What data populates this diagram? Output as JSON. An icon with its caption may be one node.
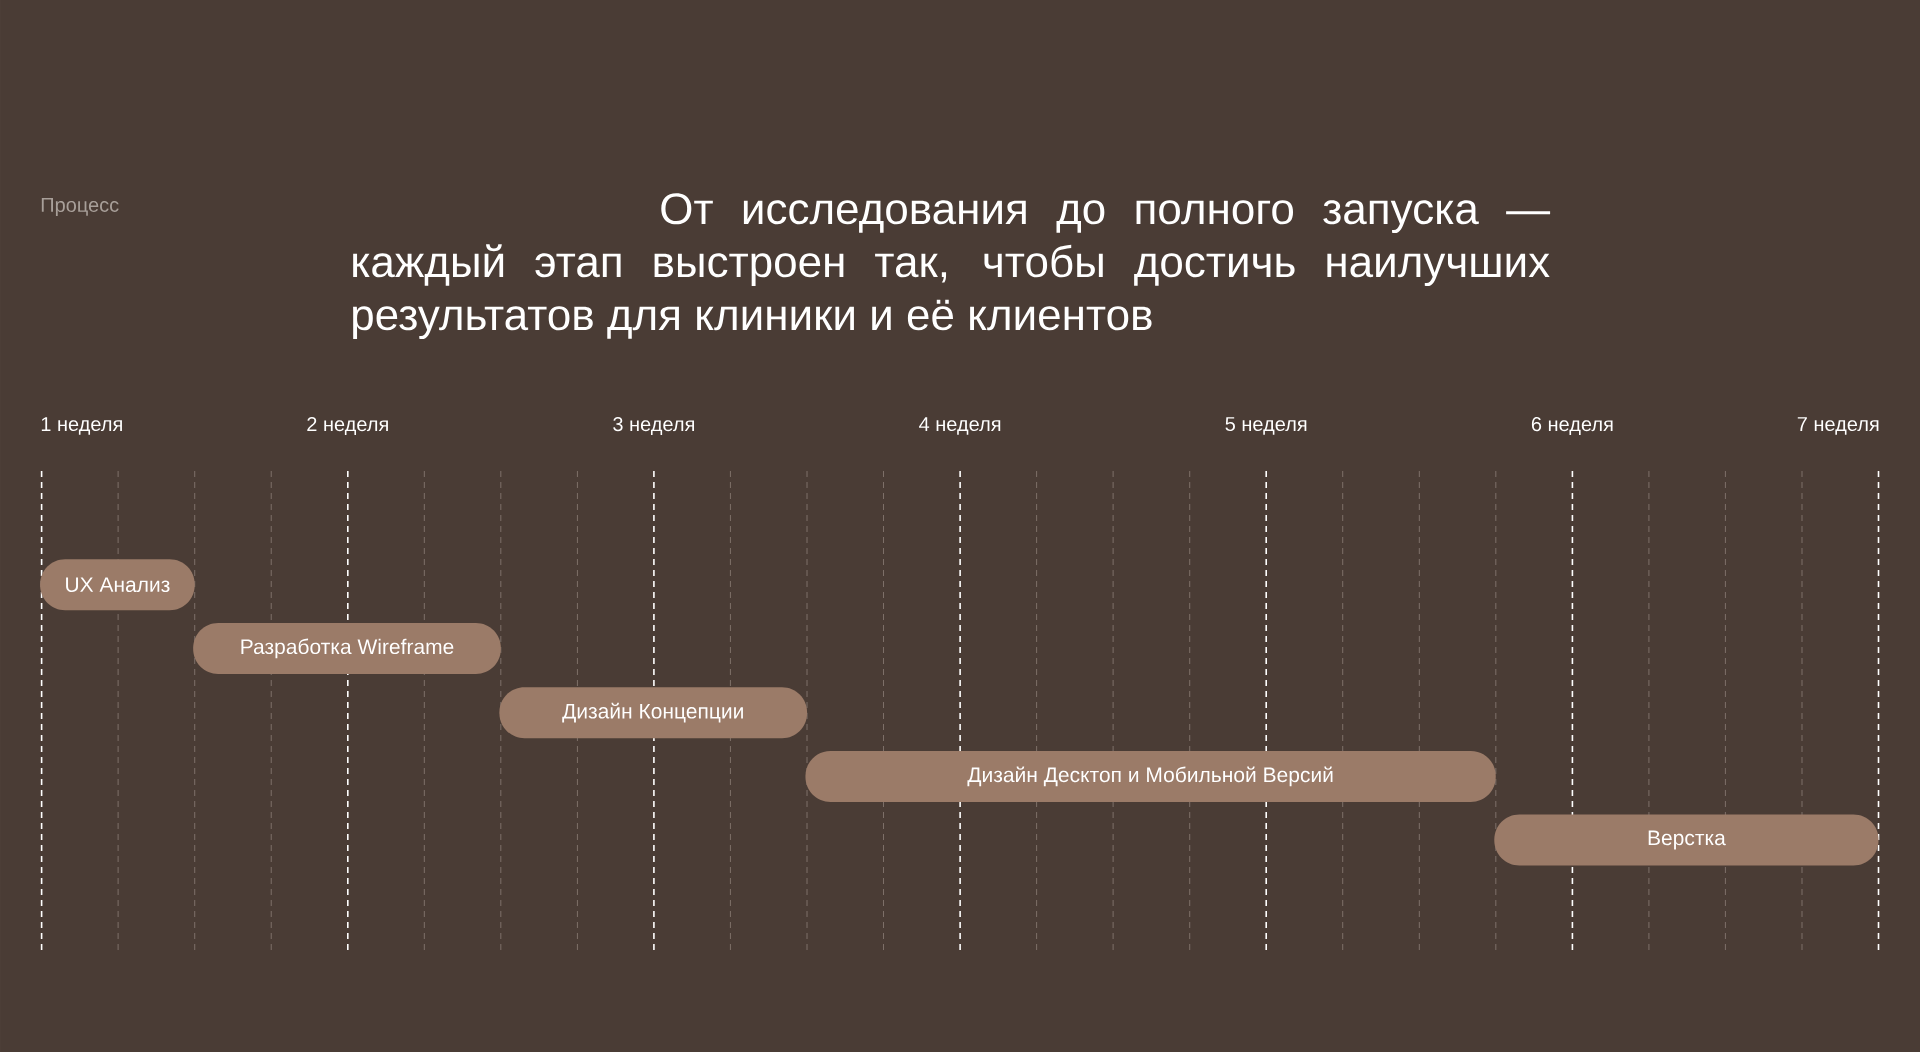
{
  "diagram": {
    "title": "От исследования до полного запуска — каждый этап выстроен так, чтобы достичь наилучших результатов для клиники и её клиентов",
    "nodes": [
      {
        "text": [
          "UX Анализ"
        ]
      },
      {
        "text": [
          "Разработка Wireframe"
        ]
      },
      {
        "text": [
          "Дизайн Концепции"
        ]
      },
      {
        "text": [
          "Дизайн Десктоп и Мобильной Версий"
        ]
      },
      {
        "text": [
          "Верстка"
        ]
      }
    ],
    "edges": [],
    "labels": [
      "Процесс",
      "1 неделя",
      "2 неделя",
      "3 неделя",
      "4 неделя",
      "5 неделя",
      "6 неделя",
      "7 неделя"
    ]
  }
}
